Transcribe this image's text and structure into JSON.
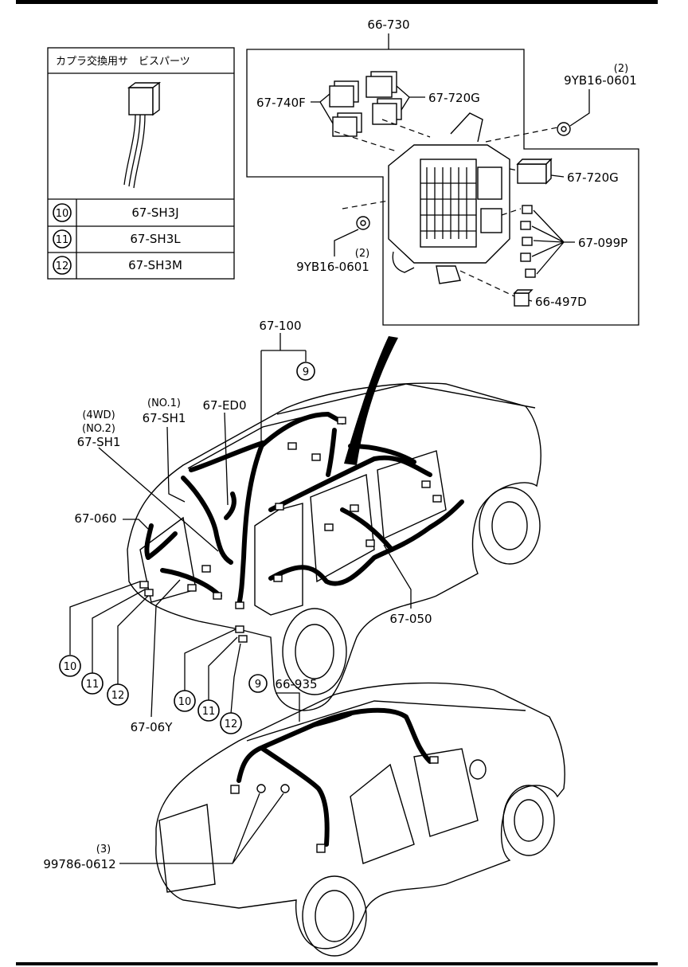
{
  "kit_table": {
    "title": "カプラ交換用サ　ビスパーツ",
    "rows": [
      {
        "ref": "10",
        "part": "67-SH3J"
      },
      {
        "ref": "11",
        "part": "67-SH3L"
      },
      {
        "ref": "12",
        "part": "67-SH3M"
      }
    ]
  },
  "fuse_box": {
    "assembly": "66-730",
    "relay_a": "67-740F",
    "relay_b": "67-720G",
    "relay_c": "67-720G",
    "fuses": "67-099P",
    "fuse_d": "66-497D",
    "nut_top_qty": "(2)",
    "nut_top": "9YB16-0601",
    "nut_left_qty": "(2)",
    "nut_left": "9YB16-0601"
  },
  "harness": {
    "main": "67-100",
    "main_ref": "9",
    "sh1_4wd": "(4WD)",
    "sh1_no2": "(NO.2)",
    "sh1_no2_part": "67-SH1",
    "sh1_no1": "(NO.1)",
    "sh1_no1_part": "67-SH1",
    "ed0": "67-ED0",
    "p060": "67-060",
    "p050": "67-050",
    "p06y": "67-06Y",
    "callouts_left": [
      "10",
      "11",
      "12"
    ],
    "callouts_right": [
      "10",
      "11",
      "12"
    ]
  },
  "roof": {
    "ref": "9",
    "part": "66-935",
    "screw_qty": "(3)",
    "screw": "99786-0612"
  }
}
